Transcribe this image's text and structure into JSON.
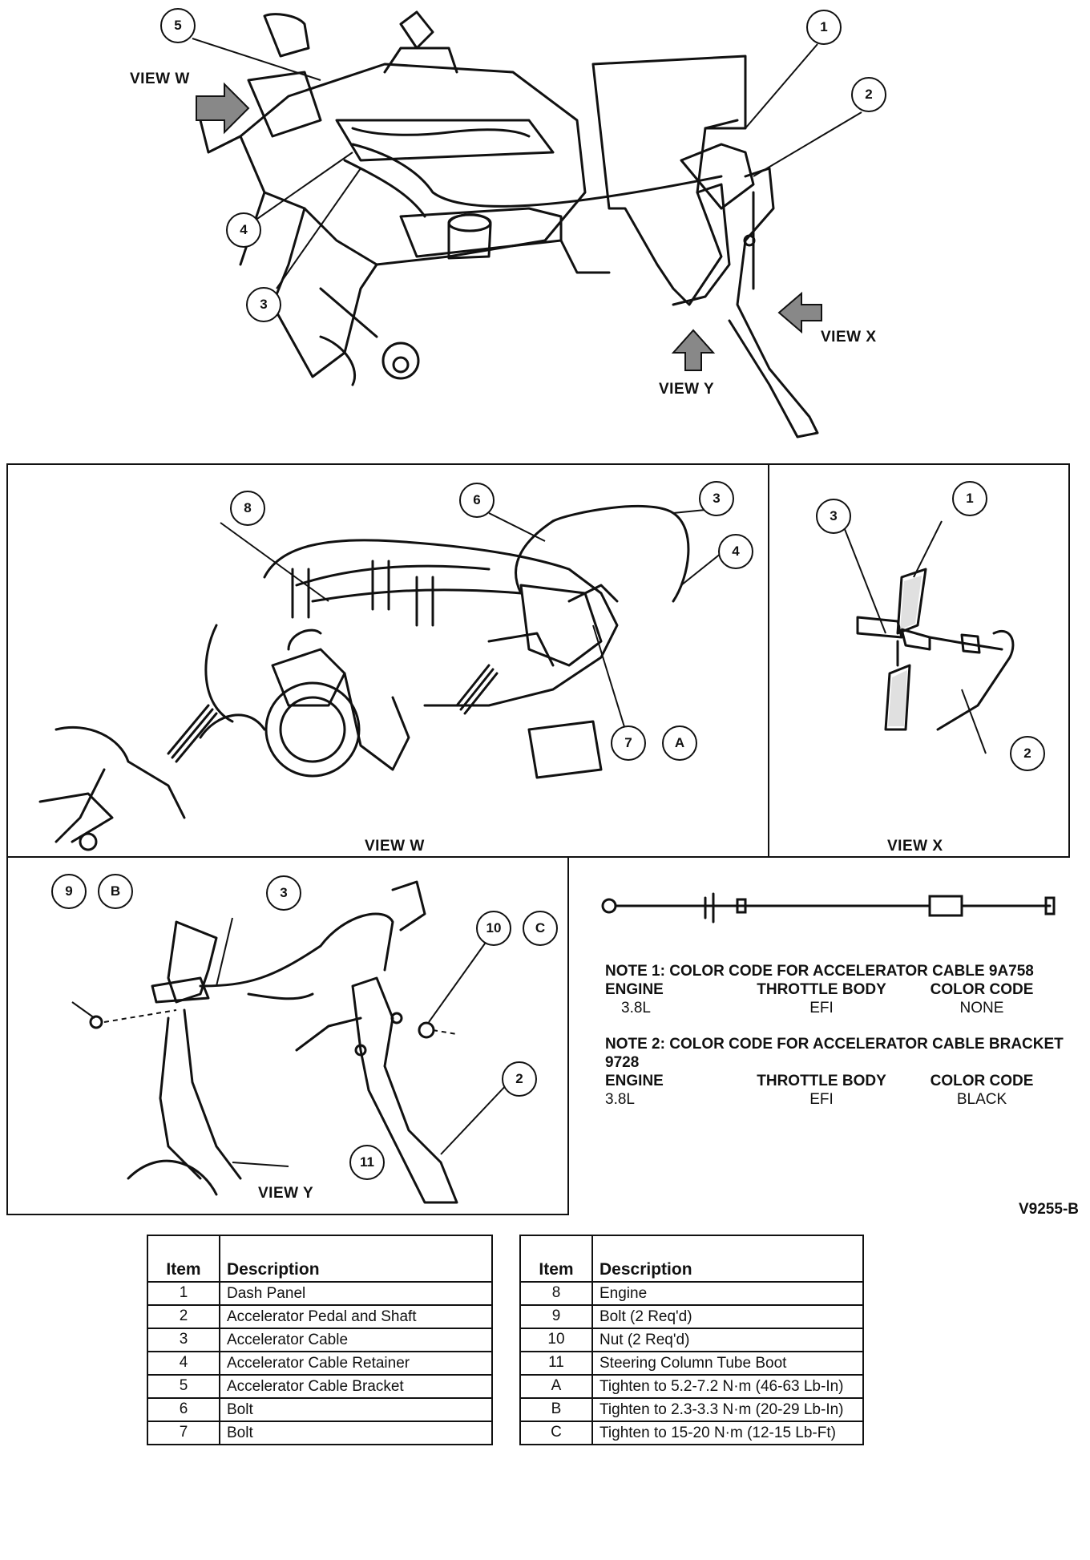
{
  "callouts": {
    "top_1": "1",
    "top_2": "2",
    "top_3": "3",
    "top_4": "4",
    "top_5": "5",
    "w_8": "8",
    "w_6": "6",
    "w_3": "3",
    "w_4": "4",
    "w_7": "7",
    "w_A": "A",
    "x_3": "3",
    "x_1": "1",
    "x_2": "2",
    "y_9": "9",
    "y_B": "B",
    "y_3": "3",
    "y_10": "10",
    "y_C": "C",
    "y_2": "2",
    "y_11": "11"
  },
  "views": {
    "top_view_w": "VIEW W",
    "top_view_x": "VIEW X",
    "top_view_y": "VIEW Y",
    "panel_w": "VIEW W",
    "panel_x": "VIEW X",
    "panel_y": "VIEW Y"
  },
  "notes": {
    "note1_title": "NOTE 1: COLOR CODE FOR ACCELERATOR CABLE 9A758",
    "note2_title": "NOTE 2: COLOR CODE FOR ACCELERATOR CABLE BRACKET 9728",
    "header_engine": "ENGINE",
    "header_throttle": "THROTTLE BODY",
    "header_color": "COLOR CODE",
    "note1_engine": "3.8L",
    "note1_throttle": "EFI",
    "note1_color": "NONE",
    "note2_engine": "3.8L",
    "note2_throttle": "EFI",
    "note2_color": "BLACK"
  },
  "figure_code": "V9255-B",
  "legend": {
    "header_item": "Item",
    "header_description": "Description",
    "left": [
      {
        "item": "1",
        "description": "Dash Panel"
      },
      {
        "item": "2",
        "description": "Accelerator Pedal and Shaft"
      },
      {
        "item": "3",
        "description": "Accelerator Cable"
      },
      {
        "item": "4",
        "description": "Accelerator Cable Retainer"
      },
      {
        "item": "5",
        "description": "Accelerator Cable Bracket"
      },
      {
        "item": "6",
        "description": "Bolt"
      },
      {
        "item": "7",
        "description": "Bolt"
      }
    ],
    "right": [
      {
        "item": "8",
        "description": "Engine"
      },
      {
        "item": "9",
        "description": "Bolt (2 Req'd)"
      },
      {
        "item": "10",
        "description": "Nut (2 Req'd)"
      },
      {
        "item": "11",
        "description": "Steering Column Tube Boot"
      },
      {
        "item": "A",
        "description": "Tighten to 5.2-7.2 N·m (46-63 Lb-In)"
      },
      {
        "item": "B",
        "description": "Tighten to 2.3-3.3 N·m (20-29 Lb-In)"
      },
      {
        "item": "C",
        "description": "Tighten to 15-20 N·m (12-15 Lb-Ft)"
      }
    ]
  }
}
